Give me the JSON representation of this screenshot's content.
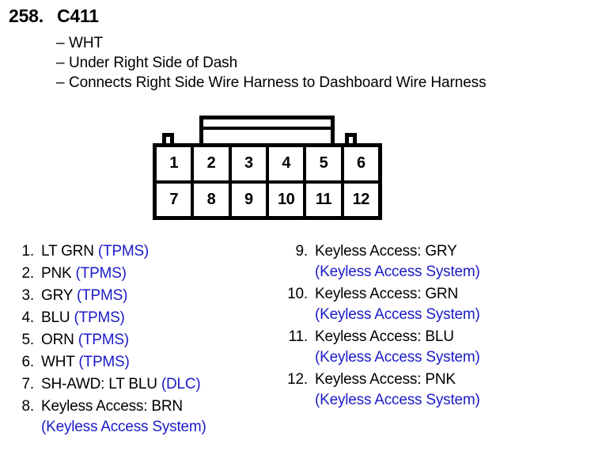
{
  "header": {
    "number": "258.",
    "code": "C411",
    "details": [
      "WHT",
      "Under Right Side of Dash",
      "Connects Right Side Wire Harness to Dashboard Wire Harness"
    ],
    "dash": "–"
  },
  "connector": {
    "name": "C411 connector pinout diagram",
    "rows": [
      [
        "1",
        "2",
        "3",
        "4",
        "5",
        "6"
      ],
      [
        "7",
        "8",
        "9",
        "10",
        "11",
        "12"
      ]
    ]
  },
  "colors": {
    "system_blue": "#1a1ac8",
    "wire_black": "#000000",
    "background": "#ffffff"
  },
  "pins": {
    "left_column": [
      {
        "num": "1.",
        "wire": "LT GRN",
        "system": "(TPMS)",
        "wrap": false
      },
      {
        "num": "2.",
        "wire": "PNK",
        "system": "(TPMS)",
        "wrap": false
      },
      {
        "num": "3.",
        "wire": "GRY",
        "system": "(TPMS)",
        "wrap": false
      },
      {
        "num": "4.",
        "wire": "BLU",
        "system": "(TPMS)",
        "wrap": false
      },
      {
        "num": "5.",
        "wire": "ORN",
        "system": "(TPMS)",
        "wrap": false
      },
      {
        "num": "6.",
        "wire": "WHT",
        "system": "(TPMS)",
        "wrap": false
      },
      {
        "num": "7.",
        "wire": "SH-AWD: LT BLU",
        "system": "(DLC)",
        "wrap": false
      },
      {
        "num": "8.",
        "wire": "Keyless Access: BRN",
        "system": "(Keyless Access System)",
        "wrap": true
      }
    ],
    "right_column": [
      {
        "num": "9.",
        "wire": "Keyless Access: GRY",
        "system": "(Keyless Access System)",
        "wrap": true
      },
      {
        "num": "10.",
        "wire": "Keyless Access: GRN",
        "system": "(Keyless Access System)",
        "wrap": true
      },
      {
        "num": "11.",
        "wire": "Keyless Access: BLU",
        "system": "(Keyless Access System)",
        "wrap": true
      },
      {
        "num": "12.",
        "wire": "Keyless Access: PNK",
        "system": "(Keyless Access System)",
        "wrap": true
      }
    ]
  }
}
